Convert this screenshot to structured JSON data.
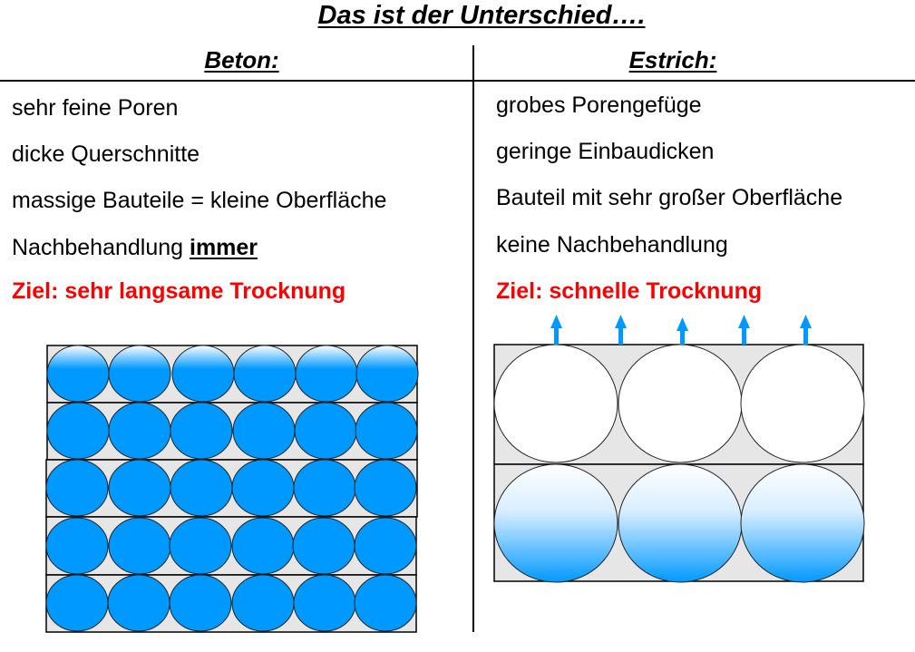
{
  "title": "Das ist der Unterschied….",
  "columns": {
    "left": {
      "heading": "Beton:",
      "items": [
        {
          "text": "sehr feine Poren"
        },
        {
          "text": "dicke Querschnitte"
        },
        {
          "text": "massige Bauteile = kleine Oberfläche"
        },
        {
          "text": "Nachbehandlung ",
          "emphasis": "immer"
        }
      ],
      "goal": "Ziel: sehr langsame Trocknung"
    },
    "right": {
      "heading": "Estrich:",
      "items": [
        {
          "text": "grobes Porengefüge"
        },
        {
          "text": "geringe Einbaudicken"
        },
        {
          "text": "Bauteil mit sehr großer Oberfläche"
        },
        {
          "text": "keine Nachbehandlung"
        }
      ],
      "goal": "Ziel: schnelle Trocknung"
    }
  },
  "diagrams": {
    "beton": {
      "rows": 5,
      "columns": 6,
      "fill_color": "#0099ff",
      "background_color": "#e6e6e6",
      "top_row_gradient": true
    },
    "estrich": {
      "rows": 2,
      "columns": 3,
      "top_row_fill": "#ffffff",
      "bottom_row_gradient": [
        "#ffffff",
        "#0099ff"
      ],
      "background_color": "#e6e6e6",
      "arrows": 5,
      "arrow_color": "#0099ff"
    }
  },
  "colors": {
    "accent_red": "#ff0000",
    "water_blue": "#0099ff"
  }
}
